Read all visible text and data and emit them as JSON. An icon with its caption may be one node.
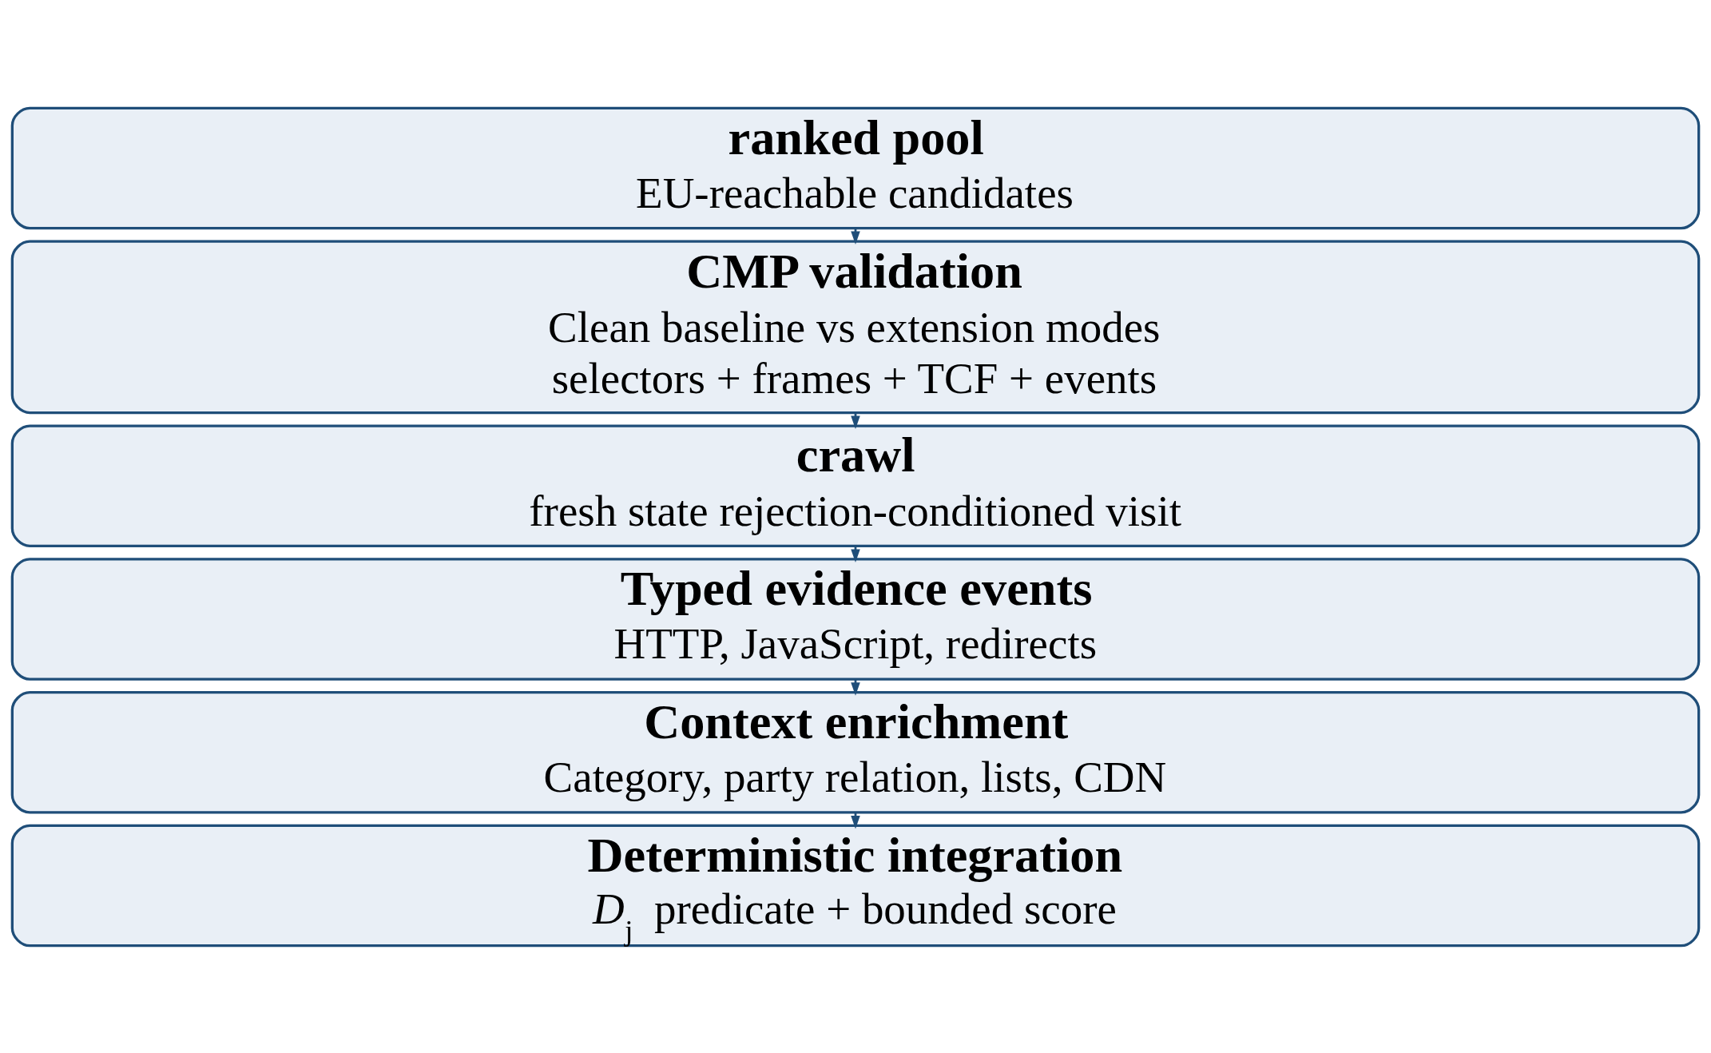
{
  "diagram": {
    "nodes": [
      {
        "text": [
          "ranked pool",
          "EU-reachable candidates"
        ]
      },
      {
        "text": [
          "CMP validation",
          "Clean baseline vs extension modes selectors + frames + TCF + events"
        ]
      },
      {
        "text": [
          "crawl",
          "fresh state rejection-conditioned visit"
        ]
      },
      {
        "text": [
          "Typed evidence events",
          "HTTP, JavaScript, redirects"
        ]
      },
      {
        "text": [
          "Context enrichment",
          "Category, party relation, lists, CDN"
        ]
      },
      {
        "text": [
          "Deterministic integration",
          "*D*$_{j}$ predicate + bounded score"
        ]
      }
    ],
    "edges": [
      {
        "from": 0,
        "to": 1,
        "arrow": "to"
      },
      {
        "from": 1,
        "to": 2,
        "arrow": "to"
      },
      {
        "from": 2,
        "to": 3,
        "arrow": "to"
      },
      {
        "from": 3,
        "to": 4,
        "arrow": "to"
      },
      {
        "from": 4,
        "to": 5,
        "arrow": "to"
      }
    ]
  }
}
